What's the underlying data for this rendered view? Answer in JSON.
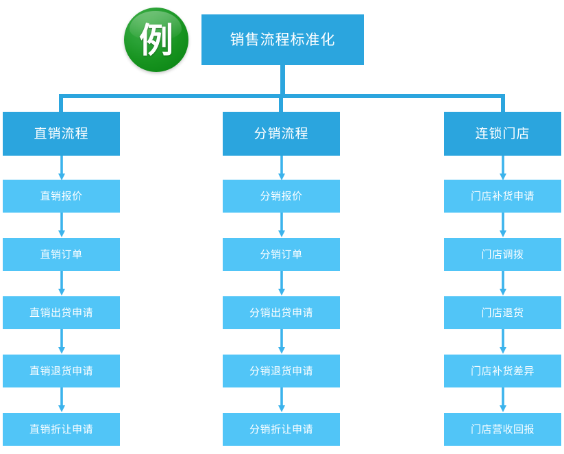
{
  "diagram": {
    "badge": {
      "char": "例",
      "color": "#17931f"
    },
    "root": {
      "label": "销售流程标准化",
      "color": "#2BA5DE"
    },
    "accent_dark": "#2BA5DE",
    "accent_light": "#51C5F7",
    "columns": [
      {
        "header": "直销流程",
        "steps": [
          "直销报价",
          "直销订单",
          "直销出贷申请",
          "直销退货申请",
          "直销折让申请"
        ]
      },
      {
        "header": "分销流程",
        "steps": [
          "分销报价",
          "分销订单",
          "分销出贷申请",
          "分销退货申请",
          "分销折让申请"
        ]
      },
      {
        "header": "连锁门店",
        "steps": [
          "门店补货申请",
          "门店调拨",
          "门店退货",
          "门店补货差异",
          "门店营收回报"
        ]
      }
    ]
  }
}
